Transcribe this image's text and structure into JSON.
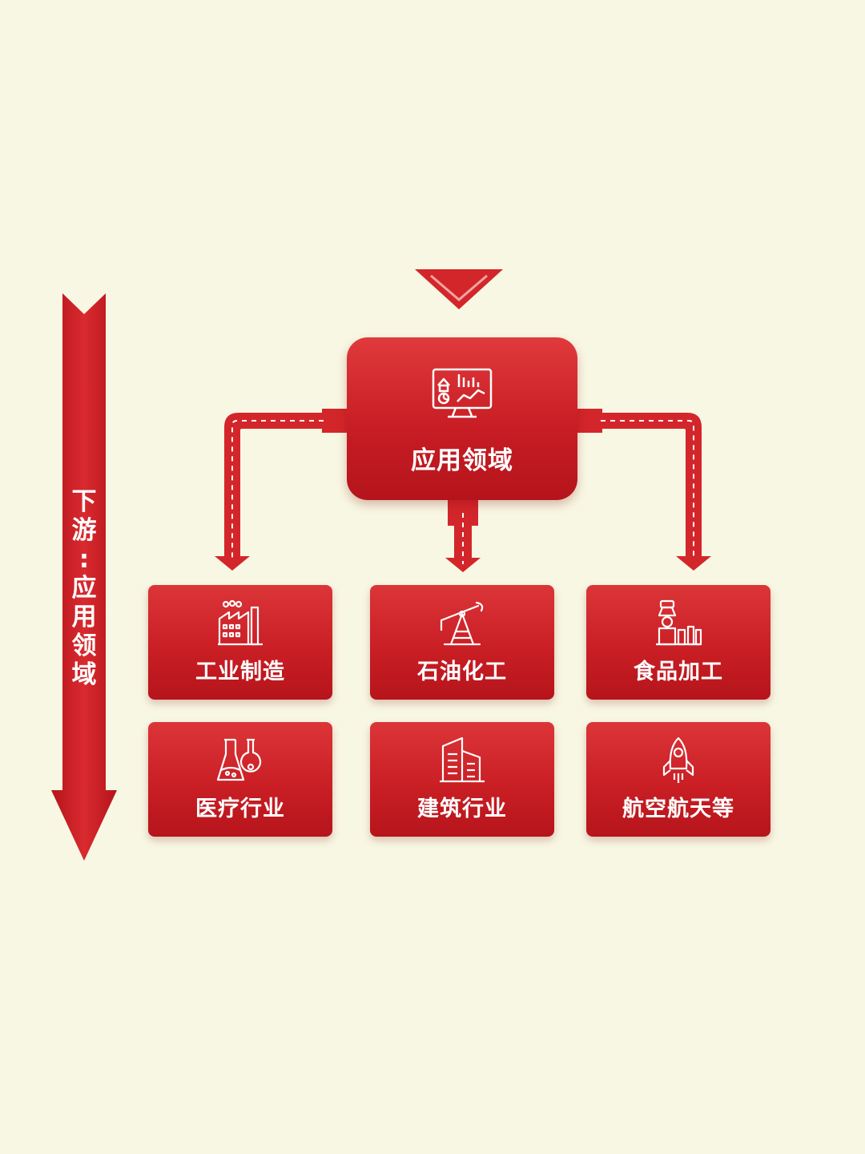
{
  "side_label": "下游：应用领域",
  "side_label_chars": [
    "下",
    "游",
    ":",
    "应",
    "用",
    "领",
    "域"
  ],
  "hub": {
    "label": "应用领域",
    "icon": "dashboard-monitor-icon"
  },
  "categories": [
    {
      "label": "工业制造",
      "icon": "factory-icon"
    },
    {
      "label": "石油化工",
      "icon": "oil-pump-icon"
    },
    {
      "label": "食品加工",
      "icon": "food-processing-icon"
    },
    {
      "label": "医疗行业",
      "icon": "lab-flask-icon"
    },
    {
      "label": "建筑行业",
      "icon": "building-icon"
    },
    {
      "label": "航空航天等",
      "icon": "rocket-icon"
    }
  ],
  "colors": {
    "background": "#f8f7e3",
    "primary_red": "#c81d24",
    "light_red": "#e03a3c",
    "text": "#ffffff"
  }
}
